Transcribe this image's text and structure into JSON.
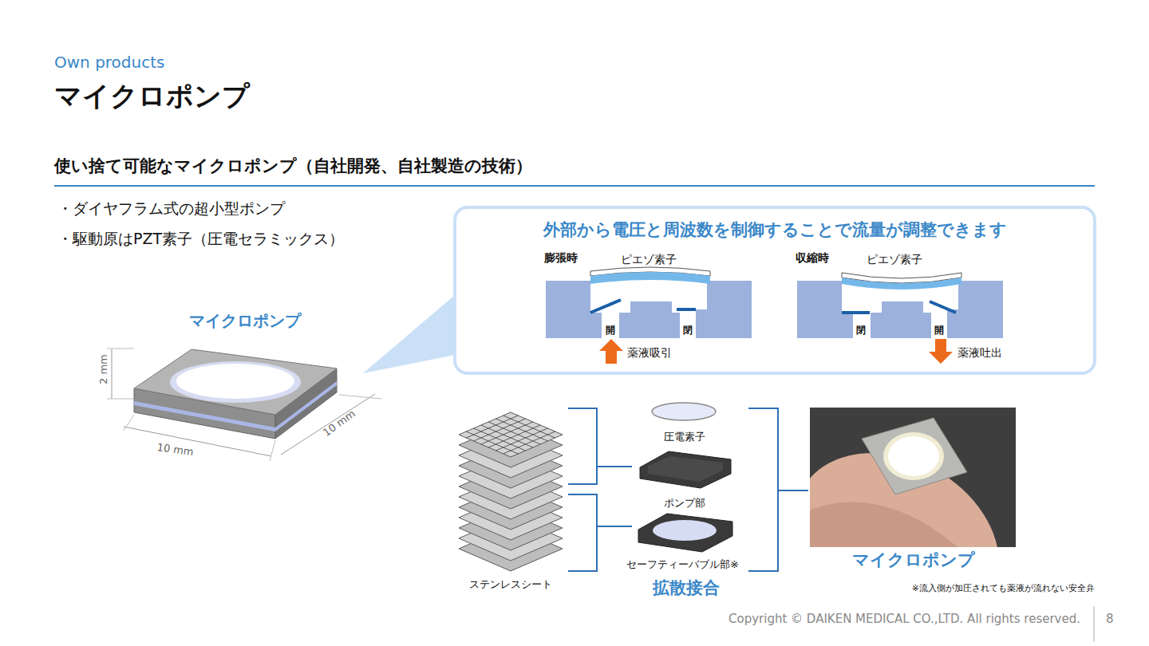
{
  "diagram": {
    "title": "マイクロポンプ",
    "nodes": [
      {
        "text": [
          "外部から電圧と周波数を制御することで流量が調整できます"
        ]
      }
    ],
    "labels": [
      "Own products",
      "使い捨て可能なマイクロポンプ（自社開発、自社製造の技術）",
      "・ダイヤフラム式の超小型ポンプ",
      "・駆動原はPZT素子（圧電セラミックス）",
      "マイクロポンプ",
      "2 mm",
      "10 mm",
      "10 mm",
      "膨張時",
      "ピエゾ素子",
      "開",
      "閉",
      "薬液吸引",
      "収縮時",
      "ピエゾ素子",
      "閉",
      "開",
      "薬液吐出",
      "ステンレスシート",
      "圧電素子",
      "ポンプ部",
      "セーフティーバブル部※",
      "拡散接合",
      "マイクロポンプ",
      "※流入側が加圧されても薬液が流れない安全弁",
      "Copyright © DAIKEN MEDICAL CO.,LTD. All rights reserved.",
      "8"
    ]
  }
}
